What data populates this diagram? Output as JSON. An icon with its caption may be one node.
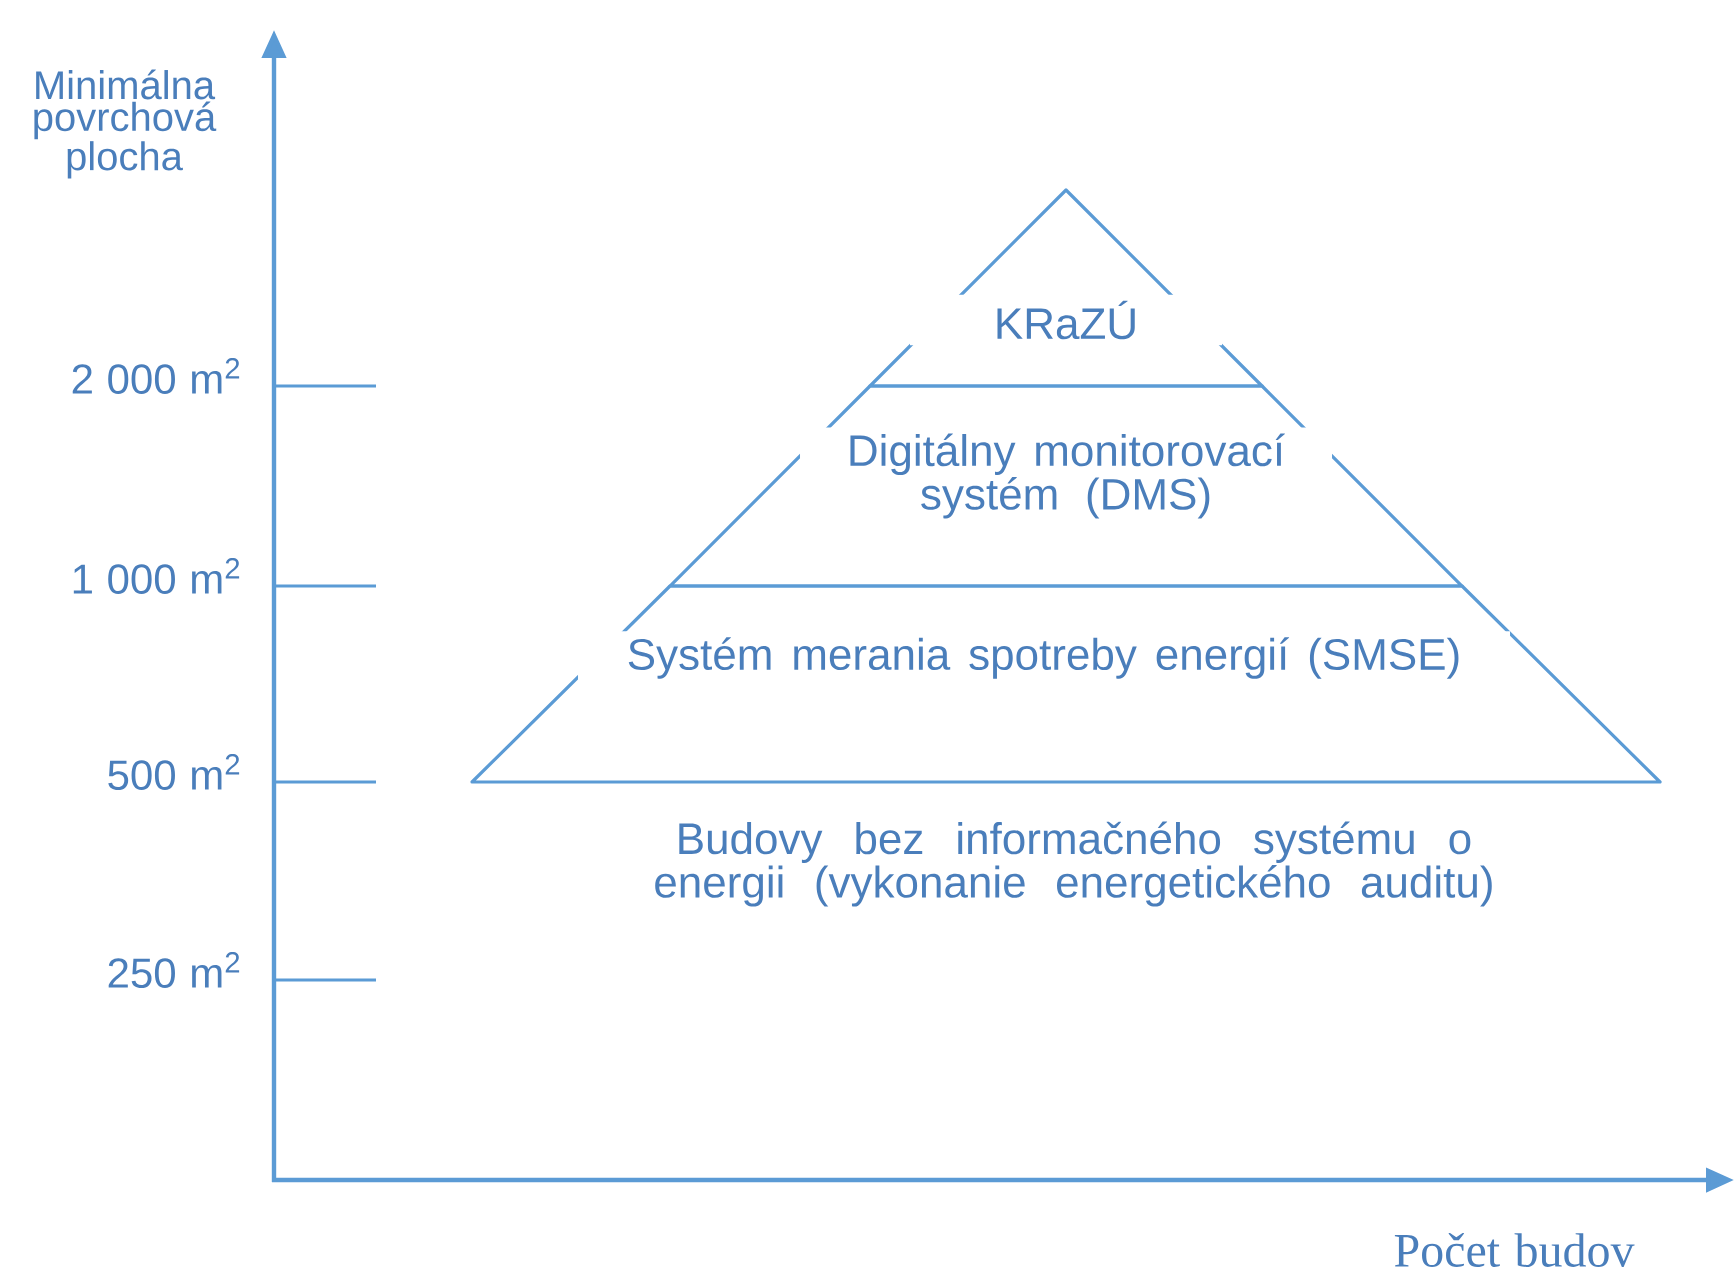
{
  "diagram": {
    "nodes": [
      {
        "text": [
          "KRaZÚ"
        ]
      },
      {
        "text": [
          "Digitálny monitorovací systém (DMS)"
        ]
      },
      {
        "text": [
          "Systém merania spotreby energií (SMSE)"
        ]
      }
    ],
    "labels": [
      "Minimálna povrchová plocha",
      "2 000 m$^{2}$",
      "1 000 m$^{2}$",
      "500 m$^{2}$",
      "250 m$^{2}$",
      "Budovy bez informačného systému o energii (vykonanie energetického auditu)",
      "Počet budov"
    ]
  }
}
